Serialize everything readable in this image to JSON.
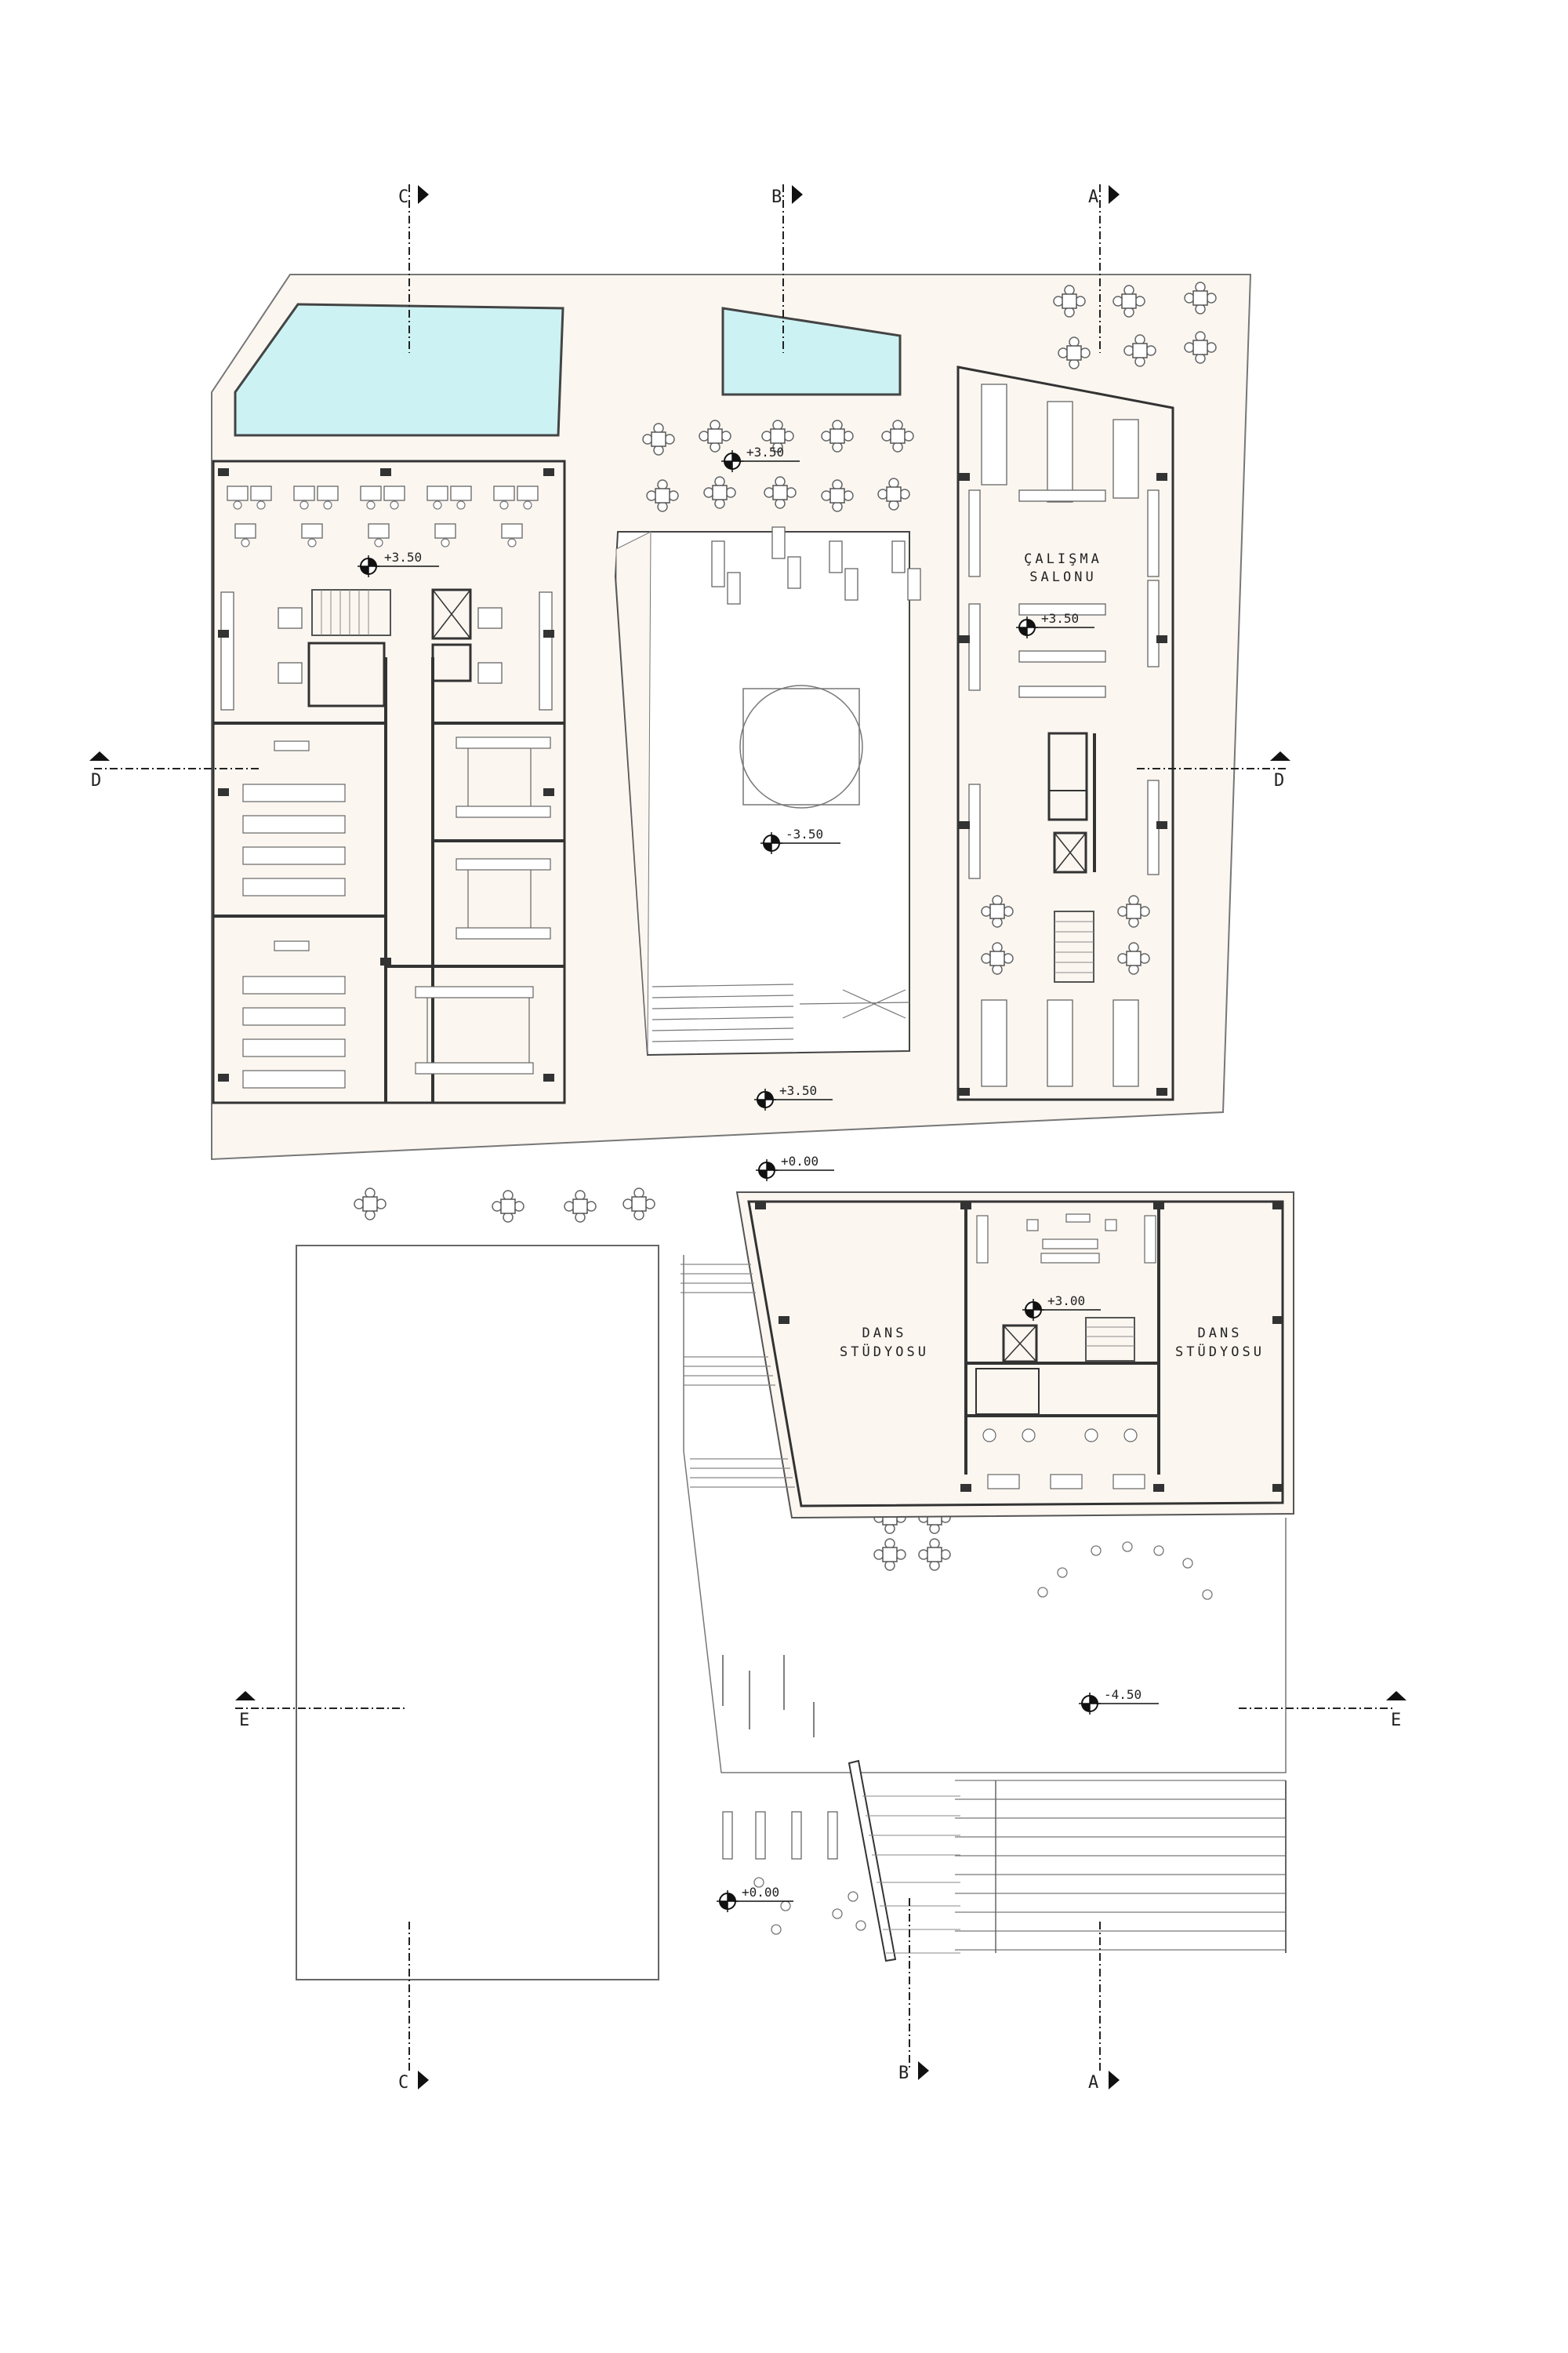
{
  "sections": {
    "a_top": "A",
    "b_top": "B",
    "c_top": "C",
    "a_bottom": "A",
    "b_bottom": "B",
    "c_bottom": "C",
    "d_left": "D",
    "d_right": "D",
    "e_left": "E",
    "e_right": "E"
  },
  "rooms": {
    "study_hall_line1": "ÇALIŞMA",
    "study_hall_line2": "SALONU",
    "dance_left_line1": "DANS",
    "dance_left_line2": "STÜDYOSU",
    "dance_right_line1": "DANS",
    "dance_right_line2": "STÜDYOSU"
  },
  "levels": {
    "left_block": "+3.50",
    "terrace_top": "+3.50",
    "study_hall": "+3.50",
    "courtyard": "-3.50",
    "terrace_bottom": "+3.50",
    "ground_top": "+0.00",
    "dance_block": "+3.00",
    "plaza": "-4.50",
    "ground_bottom": "+0.00"
  },
  "colors": {
    "floor": "#fbf6f0",
    "water": "#cdf2f4",
    "line": "#333333"
  }
}
